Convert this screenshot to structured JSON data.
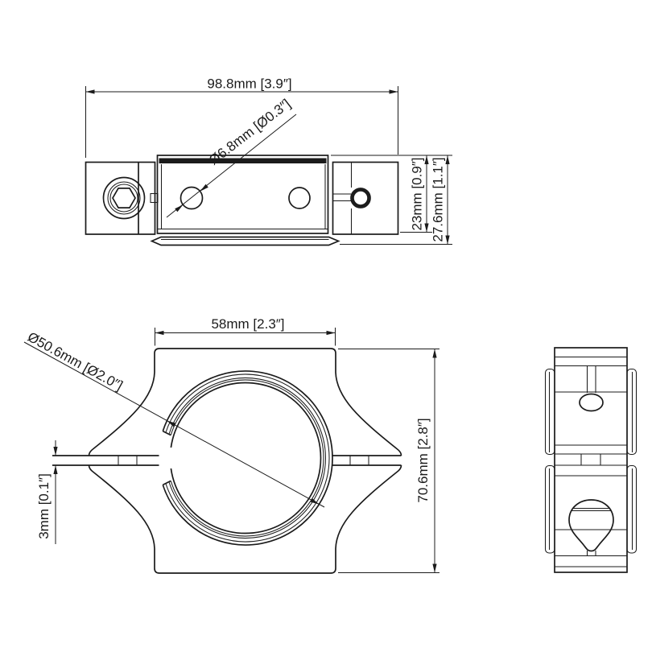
{
  "drawing": {
    "background_color": "#ffffff",
    "line_color": "#1b1b1b",
    "views": {
      "top": {
        "label_width": "98.8mm [3.9″]",
        "label_hole": "Ø6.8mm [Ø0.3″]",
        "label_inner_height": "23mm [0.9″]",
        "label_total_height": "27.6mm [1.1″]"
      },
      "front": {
        "label_width": "58mm [2.3″]",
        "label_bore": "Ø50.6mm [Ø2.0″]",
        "label_gap": "3mm [0.1″]",
        "label_height": "70.6mm [2.8″]"
      }
    }
  }
}
